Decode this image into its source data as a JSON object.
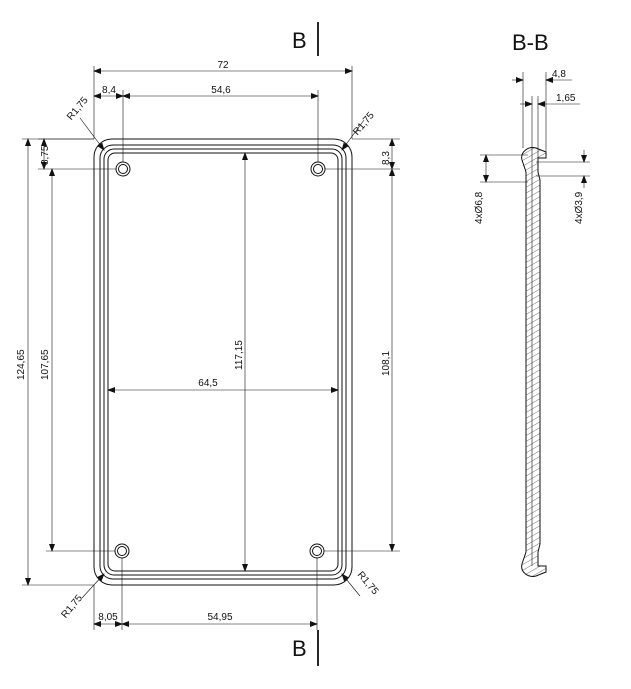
{
  "section_marks": {
    "top": "B",
    "bottom": "B",
    "section_title": "B-B"
  },
  "front_view": {
    "width_total": "72",
    "hole_spacing_top": "54,6",
    "left_offset_top": "8,4",
    "radius_tl": "R1,75",
    "radius_tr": "R1,75",
    "radius_bl": "R1,75",
    "radius_br": "R1,75",
    "top_offset_left": "8,75",
    "top_offset_right": "8,3",
    "height_total": "124,65",
    "hole_spacing_left": "107,65",
    "inner_height": "117,15",
    "inner_width": "64,5",
    "hole_spacing_right": "108,1",
    "left_offset_bottom": "8,05",
    "hole_spacing_bottom": "54,95"
  },
  "section_view": {
    "thickness_total": "4,8",
    "thickness_plate": "1,65",
    "hole_outer": "4xØ6,8",
    "hole_inner": "4xØ3,9"
  }
}
